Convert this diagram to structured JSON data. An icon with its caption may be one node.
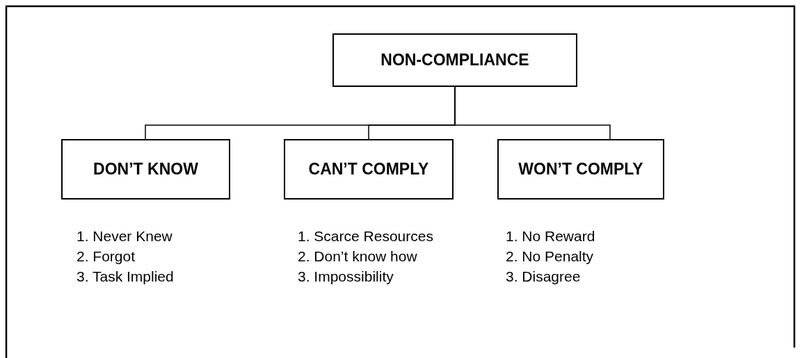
{
  "diagram": {
    "nodes": [
      {
        "text": [
          "NON-COMPLIANCE"
        ]
      },
      {
        "text": [
          "DON’T KNOW"
        ],
        "beside": [
          "1. Never Knew",
          "2. Forgot",
          "3. Task Implied"
        ]
      },
      {
        "text": [
          "CAN’T COMPLY"
        ],
        "beside": [
          "1. Scarce Resources",
          "2. Don’t know how",
          "3. Impossibility"
        ]
      },
      {
        "text": [
          "WON’T COMPLY"
        ],
        "beside": [
          "1. No Reward",
          "2. No Penalty",
          "3. Disagree"
        ]
      }
    ],
    "edges": [
      {
        "from": 0,
        "to": 1,
        "arrow": "none"
      },
      {
        "from": 0,
        "to": 2,
        "arrow": "none"
      },
      {
        "from": 0,
        "to": 3,
        "arrow": "none"
      }
    ]
  }
}
